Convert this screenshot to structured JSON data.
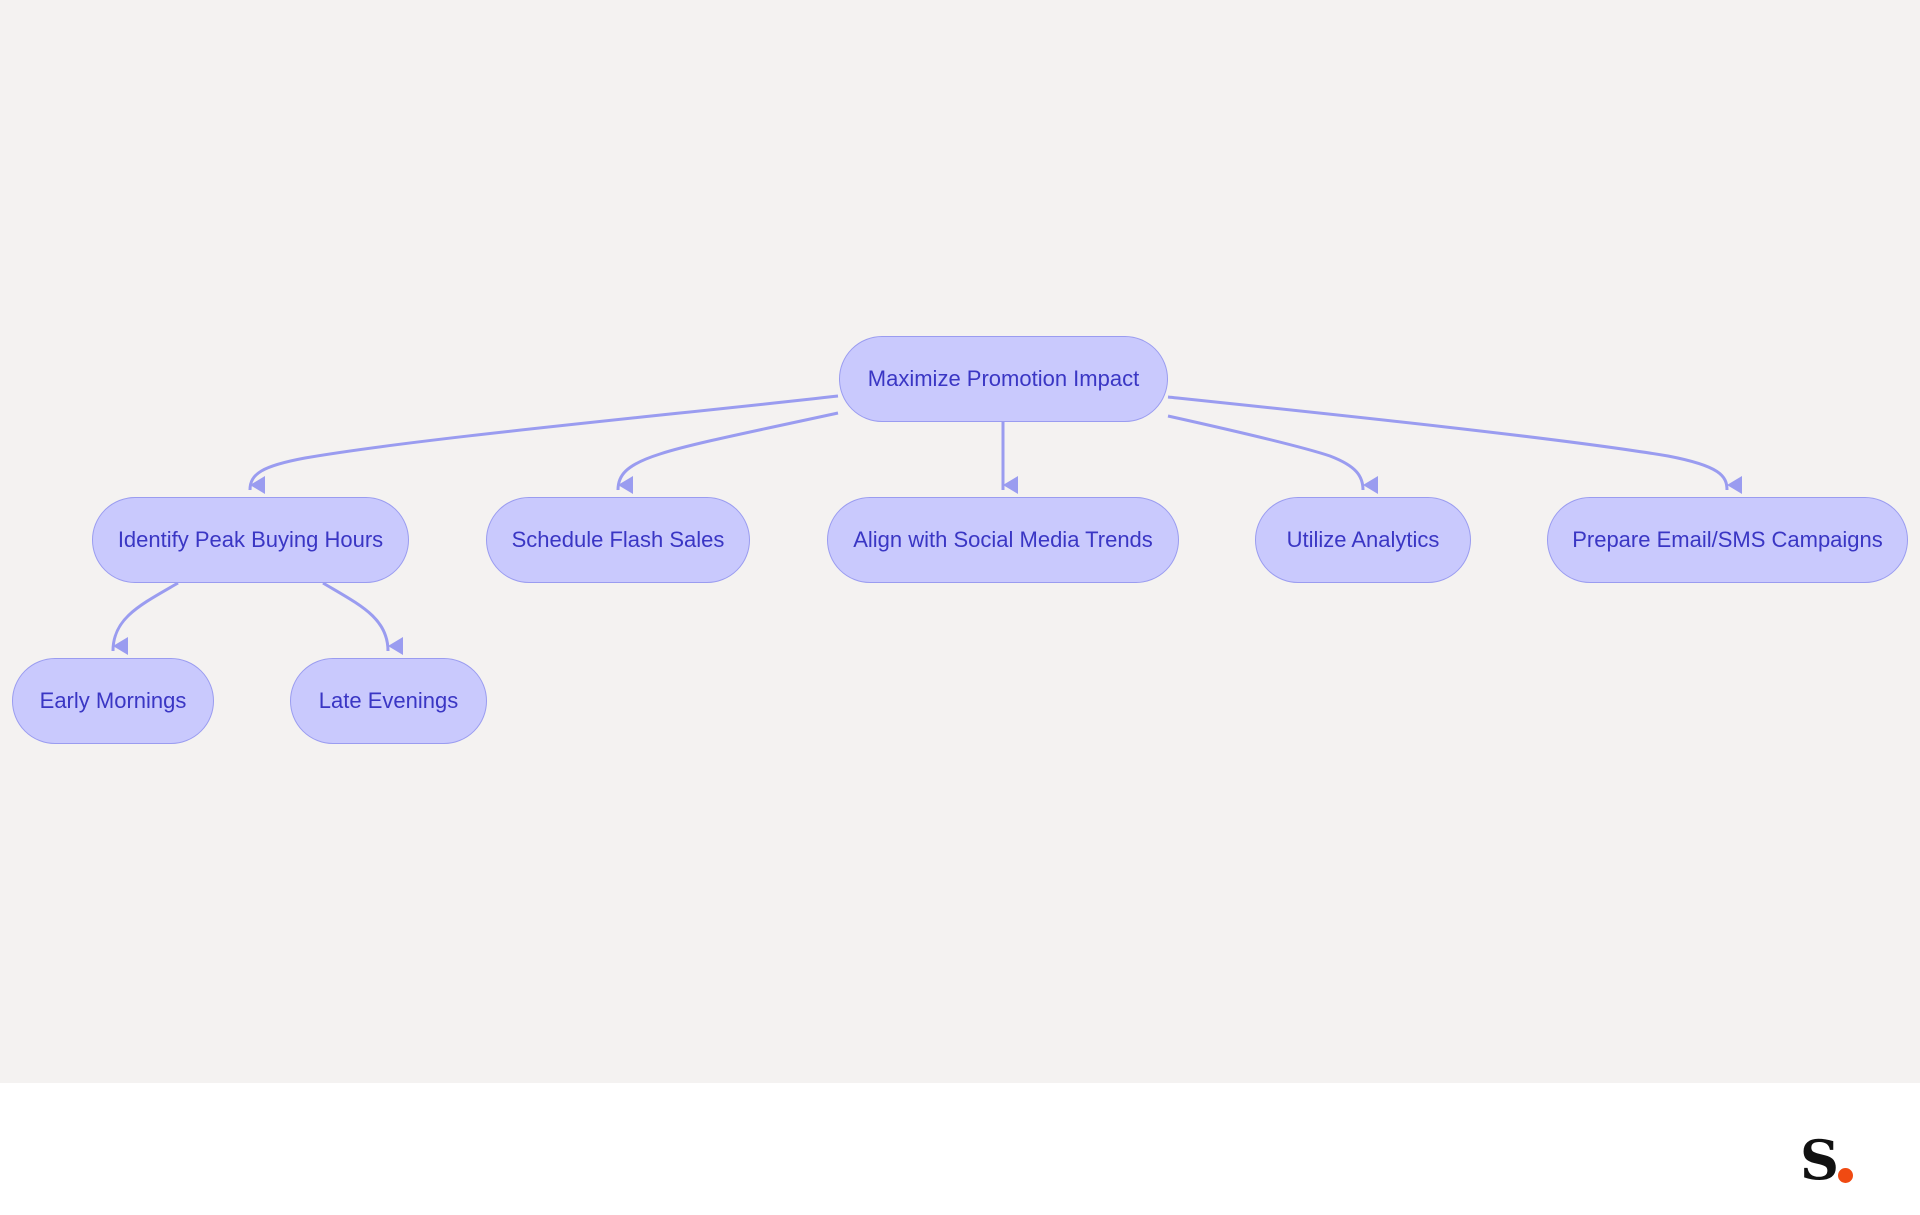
{
  "diagram": {
    "root": {
      "label": "Maximize Promotion Impact"
    },
    "branches": [
      {
        "label": "Identify Peak Buying Hours",
        "children": [
          {
            "label": "Early Mornings"
          },
          {
            "label": "Late Evenings"
          }
        ]
      },
      {
        "label": "Schedule Flash Sales"
      },
      {
        "label": "Align with Social Media Trends"
      },
      {
        "label": "Utilize Analytics"
      },
      {
        "label": "Prepare Email/SMS Campaigns"
      }
    ]
  },
  "colors": {
    "canvas_background": "#f4f2f1",
    "node_fill": "#c9c9fd",
    "node_border": "#9a9cf0",
    "node_text": "#3a36c4",
    "edge": "#9a9cf0",
    "brand_mark": "#111111",
    "brand_accent": "#f04a12"
  },
  "brand": {
    "icon": "brand-logo-icon"
  }
}
